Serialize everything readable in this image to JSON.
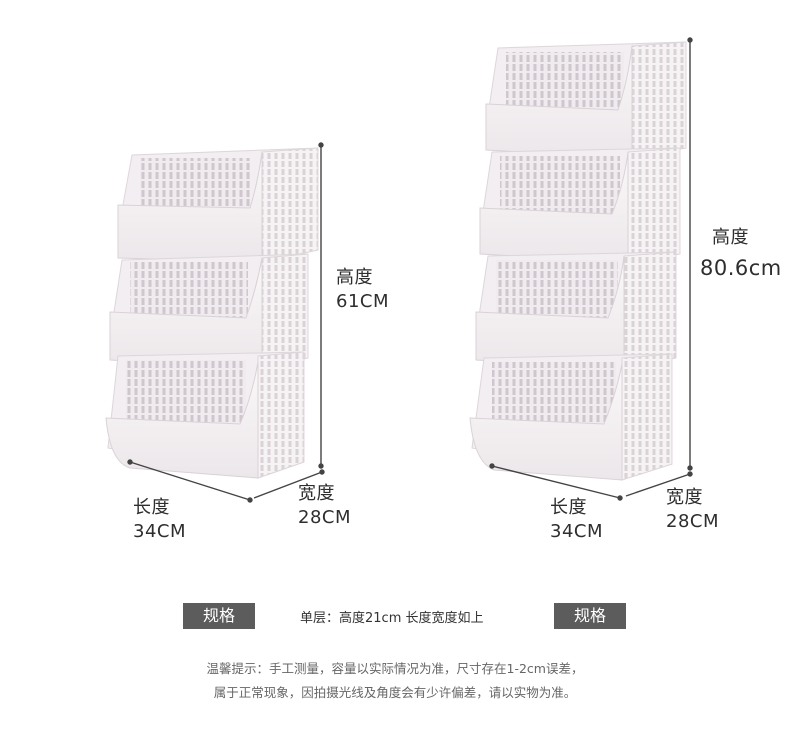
{
  "left_product": {
    "height_label": "高度",
    "height_value": "61CM",
    "length_label": "长度",
    "length_value": "34CM",
    "width_label": "宽度",
    "width_value": "28CM"
  },
  "right_product": {
    "height_label": "高度",
    "height_value": "80.6cm",
    "length_label": "长度",
    "length_value": "34CM",
    "width_label": "宽度",
    "width_value": "28CM"
  },
  "spec_row": {
    "left_badge": "规格",
    "right_badge": "规格",
    "single_layer_text": "单层：高度21cm 长度宽度如上"
  },
  "notice": {
    "line1": "温馨提示：手工测量，容量以实际情况为准，尺寸存在1-2cm误差，",
    "line2": "属于正常现象，因拍摄光线及角度会有少许偏差，请以实物为准。"
  },
  "colors": {
    "basket_fill": "#f4f1f3",
    "basket_shade": "#e2dde1",
    "badge_bg": "#5c5c5c"
  }
}
